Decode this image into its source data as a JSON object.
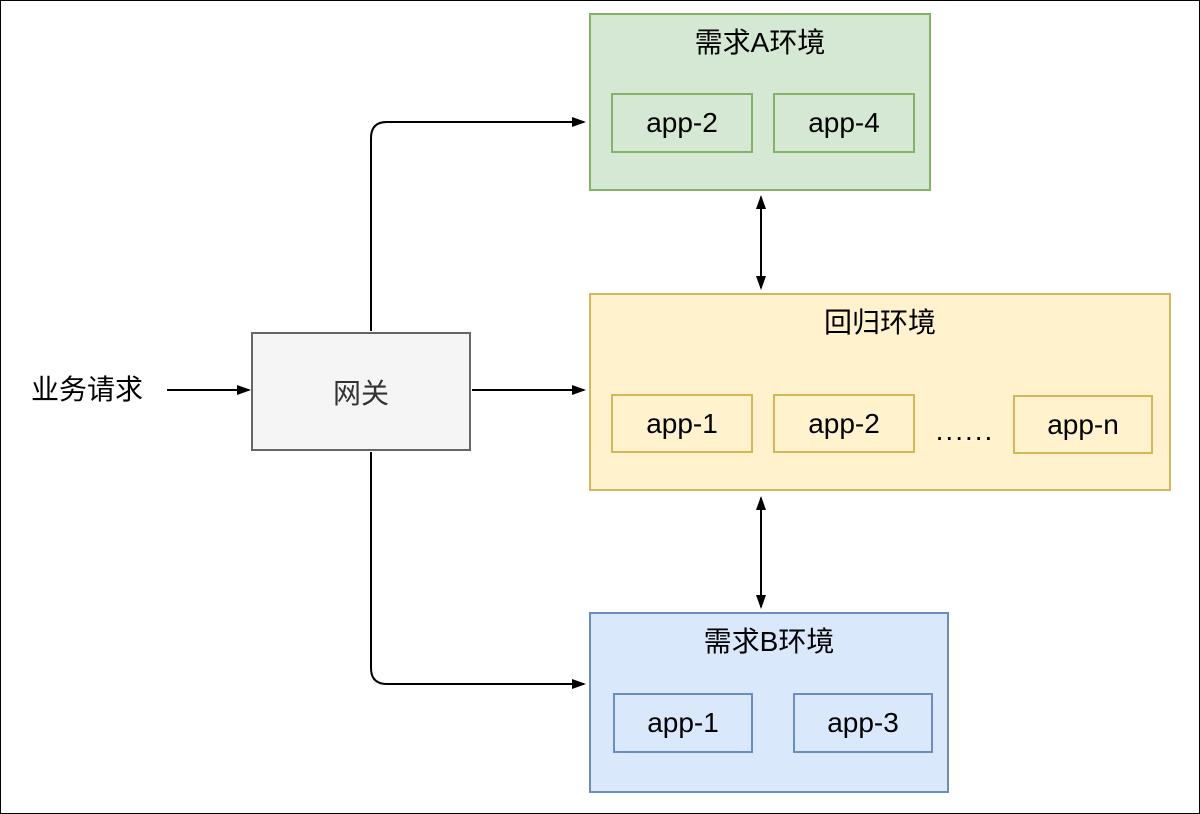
{
  "canvas": {
    "background": "#ffffff",
    "frame_color": "#000000"
  },
  "source": {
    "label": "业务请求"
  },
  "gateway": {
    "label": "网关",
    "fill": "#f5f5f5",
    "stroke": "#666666"
  },
  "environments": {
    "a": {
      "title": "需求A环境",
      "fill": "#d5e8d4",
      "stroke": "#82b366",
      "apps": [
        "app-2",
        "app-4"
      ]
    },
    "regression": {
      "title": "回归环境",
      "fill": "#fff2cc",
      "stroke": "#d6b656",
      "apps": [
        "app-1",
        "app-2",
        "app-n"
      ],
      "ellipsis": "......"
    },
    "b": {
      "title": "需求B环境",
      "fill": "#dae8fc",
      "stroke": "#6c8ebf",
      "apps": [
        "app-1",
        "app-3"
      ]
    }
  },
  "connectors": {
    "color": "#000000",
    "items": [
      {
        "name": "source-to-gateway",
        "type": "arrow"
      },
      {
        "name": "gateway-to-regression",
        "type": "arrow"
      },
      {
        "name": "gateway-to-env-a",
        "type": "elbow-arrow"
      },
      {
        "name": "gateway-to-env-b",
        "type": "elbow-arrow"
      },
      {
        "name": "env-a-regression-sync",
        "type": "double-arrow"
      },
      {
        "name": "regression-env-b-sync",
        "type": "double-arrow"
      }
    ]
  }
}
